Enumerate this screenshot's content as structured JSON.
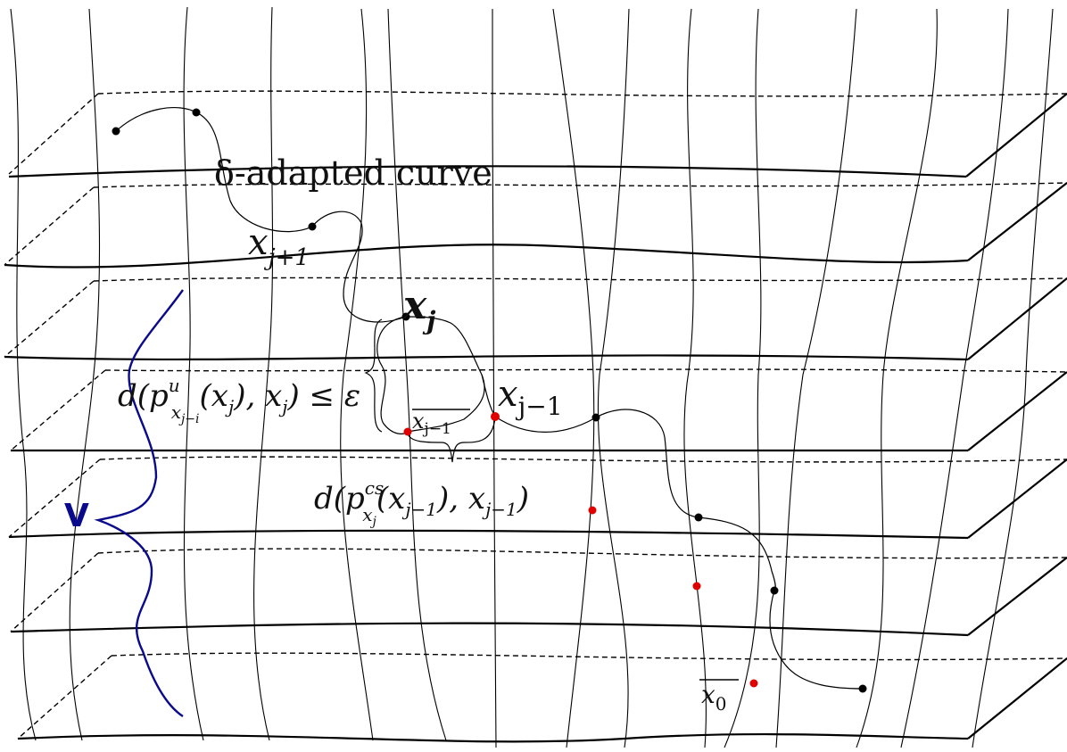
{
  "labels": {
    "curve_label": "δ-adapted curve",
    "x_j_plus_1": "x",
    "x_j_plus_1_sub": "j+1",
    "x_j": "x",
    "x_j_sub": "j",
    "x_j_minus_1": "x",
    "x_j_minus_1_sub": "j−1",
    "xbar_j_minus_1": "x",
    "xbar_j_minus_1_sub": "j−1",
    "xbar_0": "x",
    "xbar_0_sub": "0",
    "unstable_dist_prefix": "d(p",
    "unstable_dist_sup": "u",
    "unstable_dist_sub": "x",
    "unstable_dist_subsub": "j−i",
    "unstable_dist_suffix": "(x",
    "unstable_dist_suffix_sub": "j",
    "unstable_dist_tail": "), x",
    "unstable_dist_tail_sub": "j",
    "unstable_dist_rel": ") ≤ ε",
    "cs_dist_prefix": "d(p",
    "cs_dist_sup": "cs",
    "cs_dist_sub": "x",
    "cs_dist_subsub": "j",
    "cs_dist_mid": "(x",
    "cs_dist_mid_sub": "j−1",
    "cs_dist_tail": "), x",
    "cs_dist_tail_sub": "j−1",
    "cs_dist_close": ")",
    "neighborhood": "V"
  },
  "colors": {
    "ink": "#000000",
    "red_point": "#e00000",
    "neighborhood": "#0a0a8c"
  }
}
